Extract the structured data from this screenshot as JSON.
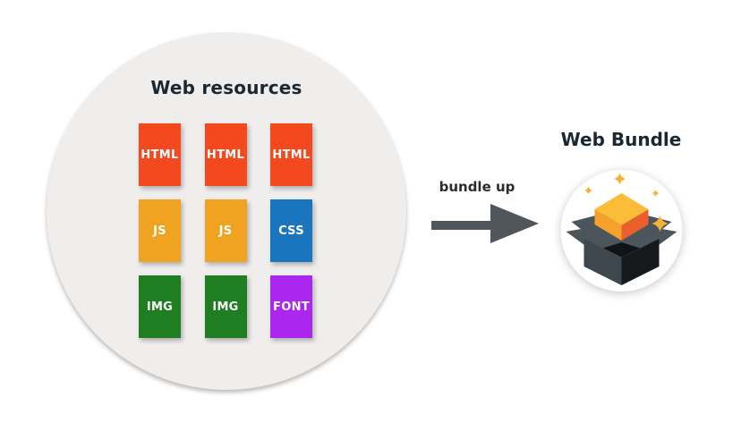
{
  "left_group": {
    "title": "Web resources",
    "circle_color": "#efeeed",
    "tiles": [
      {
        "label": "HTML",
        "color": "#f4491e"
      },
      {
        "label": "HTML",
        "color": "#f4491e"
      },
      {
        "label": "HTML",
        "color": "#f4491e"
      },
      {
        "label": "JS",
        "color": "#efa321"
      },
      {
        "label": "JS",
        "color": "#efa321"
      },
      {
        "label": "CSS",
        "color": "#1976be"
      },
      {
        "label": "IMG",
        "color": "#1f7e21"
      },
      {
        "label": "IMG",
        "color": "#1f7e21"
      },
      {
        "label": "FONT",
        "color": "#ab27f0"
      }
    ]
  },
  "arrow": {
    "label": "bundle up",
    "color": "#50565b"
  },
  "right_group": {
    "title": "Web Bundle",
    "icon": "web-bundle-box-icon",
    "icon_colors": {
      "circle": "#ffffff",
      "flap": "#4c555b",
      "mouth": "#101417",
      "body_left": "#3e474d",
      "body_right": "#16191c",
      "cube_top": "#fbbc38",
      "cube_left": "#f5a12b",
      "cube_right": "#ec5f2d",
      "sparkle": "#f5b335"
    }
  }
}
